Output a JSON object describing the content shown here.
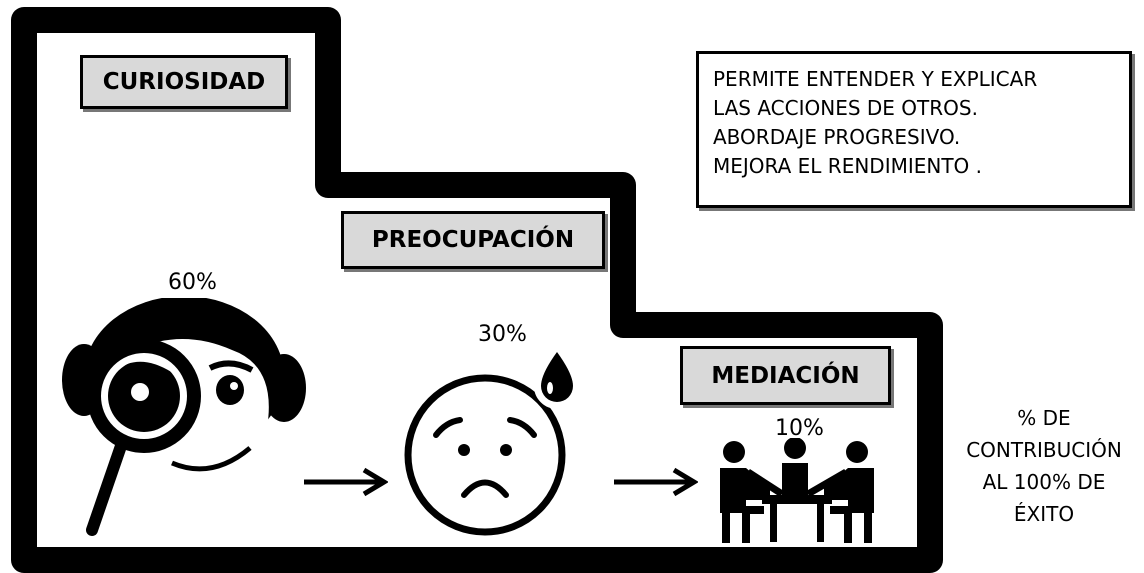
{
  "stages": [
    {
      "label": "CURIOSIDAD",
      "percent": "60%",
      "icon": "monkey-magnifier-icon"
    },
    {
      "label": "PREOCUPACIÓN",
      "percent": "30%",
      "icon": "worried-face-icon"
    },
    {
      "label": "MEDIACIÓN",
      "percent": "10%",
      "icon": "meeting-people-icon"
    }
  ],
  "notes": [
    "PERMITE ENTENDER Y EXPLICAR",
    "LAS ACCIONES DE OTROS.",
    "ABORDAJE PROGRESIVO.",
    "MEJORA EL RENDIMIENTO ."
  ],
  "legend": [
    "% DE",
    "CONTRIBUCIÓN",
    "AL 100% DE",
    "ÉXITO"
  ],
  "colors": {
    "label_fill": "#d9d9d9",
    "stroke": "#000000"
  }
}
